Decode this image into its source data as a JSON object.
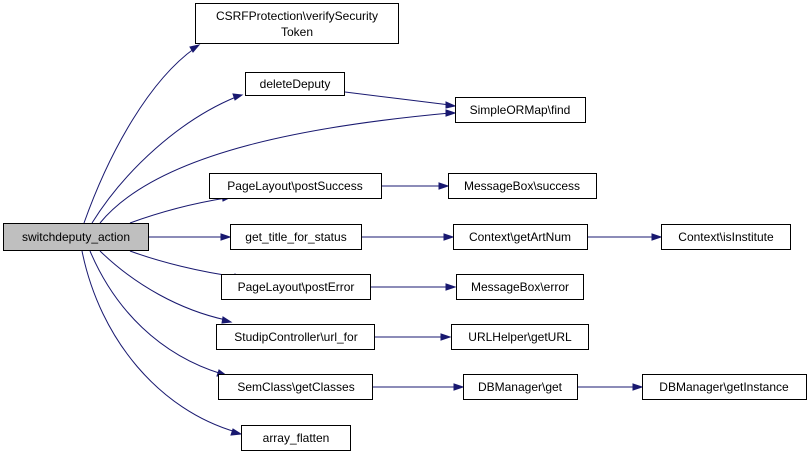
{
  "colors": {
    "edge": "#191970",
    "root_fill": "#bfbfbf",
    "node_fill": "#ffffff"
  },
  "nodes": {
    "switchdeputy_action": "switchdeputy_action",
    "verifySecurityToken_line1": "CSRFProtection\\verifySecurity",
    "verifySecurityToken_line2": "Token",
    "deleteDeputy": "deleteDeputy",
    "SimpleORMap_find": "SimpleORMap\\find",
    "PageLayout_postSuccess": "PageLayout\\postSuccess",
    "MessageBox_success": "MessageBox\\success",
    "get_title_for_status": "get_title_for_status",
    "Context_getArtNum": "Context\\getArtNum",
    "Context_isInstitute": "Context\\isInstitute",
    "PageLayout_postError": "PageLayout\\postError",
    "MessageBox_error": "MessageBox\\error",
    "StudipController_url_for": "StudipController\\url_for",
    "URLHelper_getURL": "URLHelper\\getURL",
    "SemClass_getClasses": "SemClass\\getClasses",
    "DBManager_get": "DBManager\\get",
    "DBManager_getInstance": "DBManager\\getInstance",
    "array_flatten": "array_flatten"
  }
}
